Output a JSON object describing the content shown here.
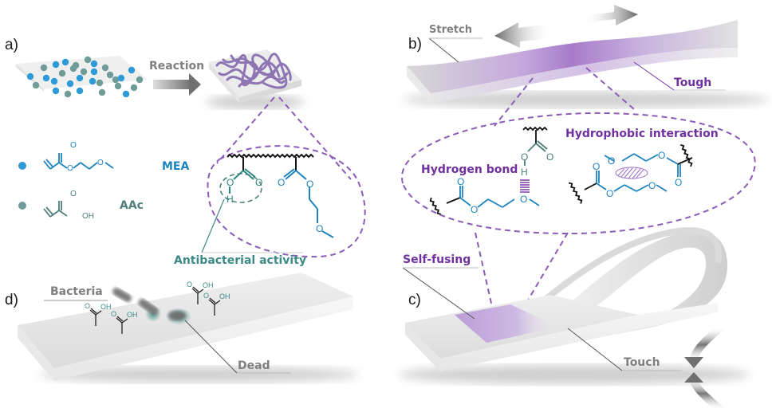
{
  "colors": {
    "mea_blue": "#2e9bd6",
    "aac_teal": "#6f9c98",
    "label_purple": "#7030a0",
    "label_teal": "#3b8a87",
    "label_gray": "#7f7f7f",
    "polymer_purple": "#8a6fb0",
    "dashed_purple": "#8a5cb8"
  },
  "panels": {
    "a": {
      "letter": "a)",
      "reaction_label": "Reaction",
      "legend": [
        {
          "symbol": "blue-dot",
          "name": "MEA",
          "structure": "2-methoxyethyl acrylate"
        },
        {
          "symbol": "teal-dot",
          "name": "AAc",
          "structure": "acrylic acid",
          "group": "OH"
        }
      ],
      "zoom_structure": {
        "atoms": [
          "O",
          "H",
          "O",
          "O",
          "O",
          "O"
        ]
      }
    },
    "b": {
      "letter": "b)",
      "labels": {
        "stretch": "Stretch",
        "tough": "Tough"
      },
      "interactions": {
        "hydrogen_bond": "Hydrogen bond",
        "hydrophobic": "Hydrophobic interaction"
      },
      "atoms": {
        "o": "O",
        "h": "H"
      }
    },
    "c": {
      "letter": "c)",
      "labels": {
        "self_fusing": "Self-fusing",
        "touch": "Touch"
      }
    },
    "d": {
      "letter": "d)",
      "labels": {
        "bacteria": "Bacteria",
        "antibacterial": "Antibacterial activity",
        "dead": "Dead"
      },
      "acid_group": {
        "o": "O",
        "oh": "OH"
      }
    }
  }
}
